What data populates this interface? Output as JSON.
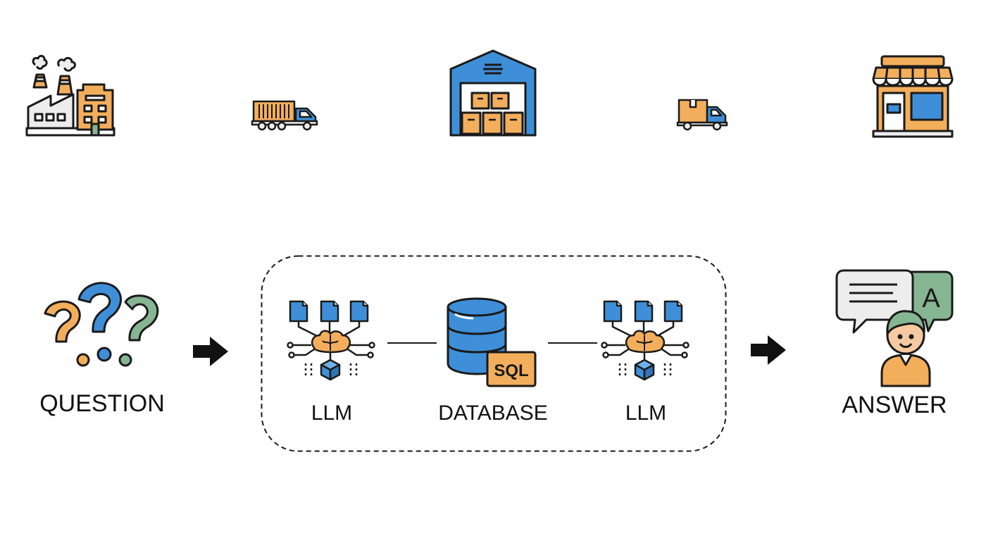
{
  "supply_chain": {
    "stages": [
      {
        "icon": "factory-icon"
      },
      {
        "icon": "container-truck-icon"
      },
      {
        "icon": "warehouse-icon"
      },
      {
        "icon": "delivery-truck-icon"
      },
      {
        "icon": "store-icon"
      }
    ]
  },
  "flow": {
    "question": {
      "label": "QUESTION",
      "icon": "question-marks-icon"
    },
    "pipeline": {
      "llm_1": {
        "label": "LLM",
        "icon": "llm-brain-icon"
      },
      "database": {
        "label": "DATABASE",
        "icon": "sql-database-icon",
        "badge": "SQL"
      },
      "llm_2": {
        "label": "LLM",
        "icon": "llm-brain-icon"
      }
    },
    "answer": {
      "label": "ANSWER",
      "icon": "answer-person-icon",
      "bubble_letter": "A"
    }
  },
  "colors": {
    "orange": "#F3AE5C",
    "blue": "#3E8FD8",
    "green": "#86B592",
    "outline": "#1A1A1A",
    "light_gray": "#EDEDED"
  }
}
